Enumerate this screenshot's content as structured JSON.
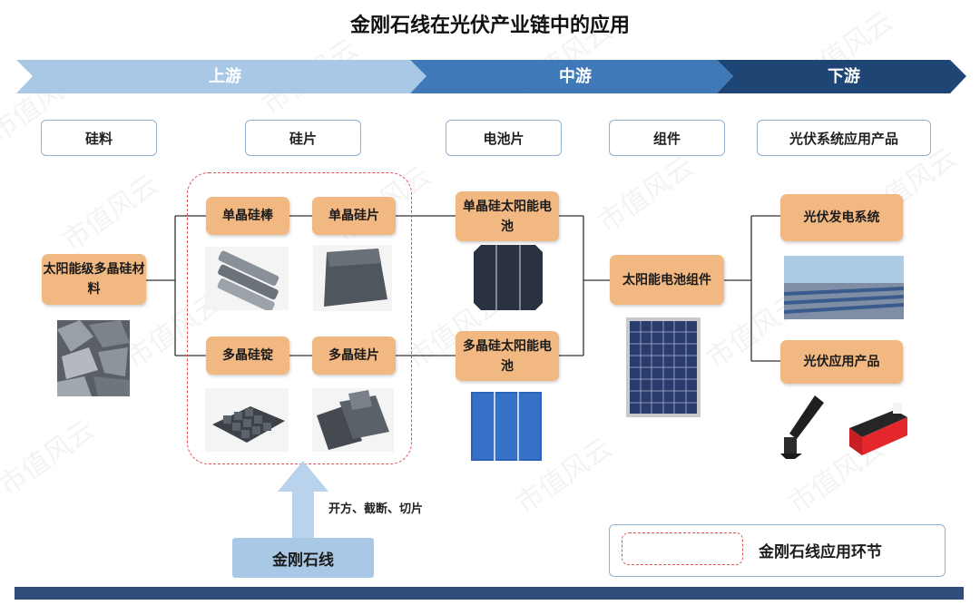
{
  "title": "金刚石线在光伏产业链中的应用",
  "stages": [
    "上游",
    "中游",
    "下游"
  ],
  "categories": [
    "硅料",
    "硅片",
    "电池片",
    "组件",
    "光伏系统应用产品"
  ],
  "nodes": {
    "polysilicon_material": "太阳能级多晶硅材料",
    "mono_ingot": "单晶硅棒",
    "mono_wafer": "单晶硅片",
    "multi_ingot": "多晶硅锭",
    "multi_wafer": "多晶硅片",
    "mono_cell": "单晶硅太阳能电池",
    "multi_cell": "多晶硅太阳能电池",
    "module": "太阳能电池组件",
    "pv_system": "光伏发电系统",
    "pv_products": "光伏应用产品"
  },
  "process_text": "开方、截断、切片",
  "diamond_wire_label": "金刚石线",
  "legend_label": "金刚石线应用环节",
  "watermark": "市值风云",
  "colors": {
    "node_fill": "#f2b882",
    "upstream": "#a8c8e6",
    "midstream": "#3f79b8",
    "downstream": "#1f4574",
    "dashed": "#e0505a",
    "bottom_bar": "#2e4d7b"
  }
}
